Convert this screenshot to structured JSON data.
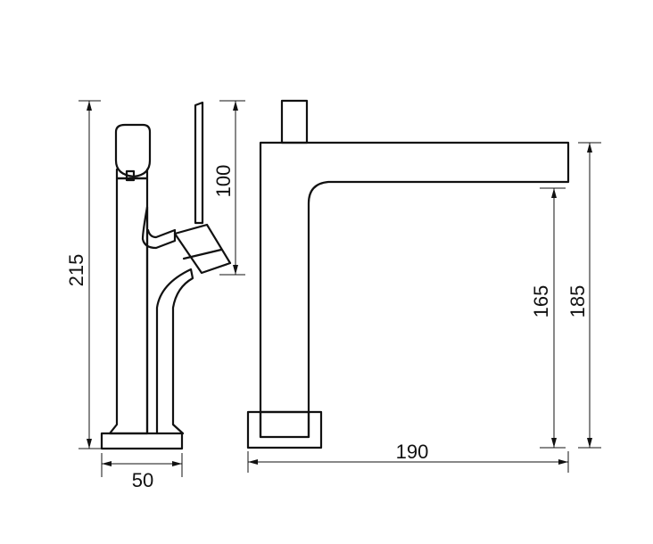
{
  "dimensions": {
    "height_total": "215",
    "handle_height": "100",
    "base_width": "50",
    "spout_height": "185",
    "spout_clearance": "165",
    "reach": "190"
  },
  "colors": {
    "line": "#111111",
    "background": "#ffffff"
  }
}
